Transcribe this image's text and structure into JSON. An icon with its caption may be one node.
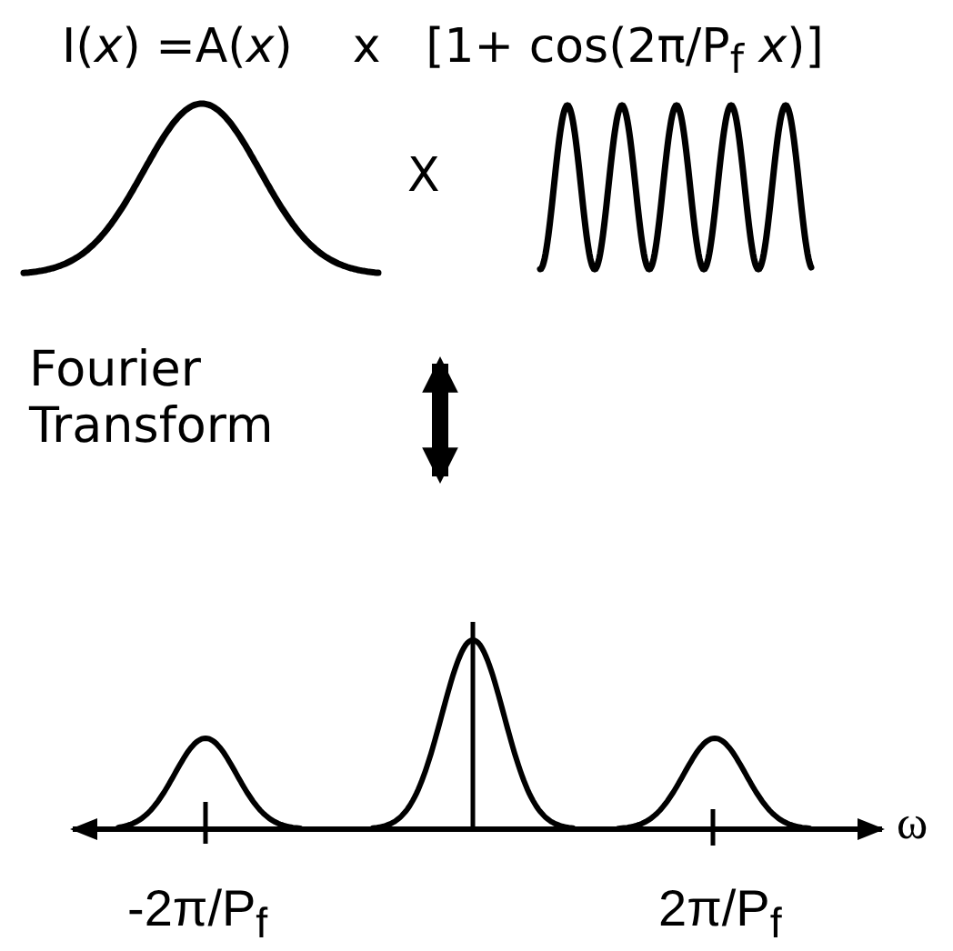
{
  "diagram": {
    "labels": [
      "I(*x*) =A(*x*)    x   [1+ cos(2π/P$_{f}$ *x*)]",
      "X",
      "Fourier Transform",
      "-2π/P$_{f}$",
      "2π/P$_{f}$",
      "ω"
    ]
  }
}
